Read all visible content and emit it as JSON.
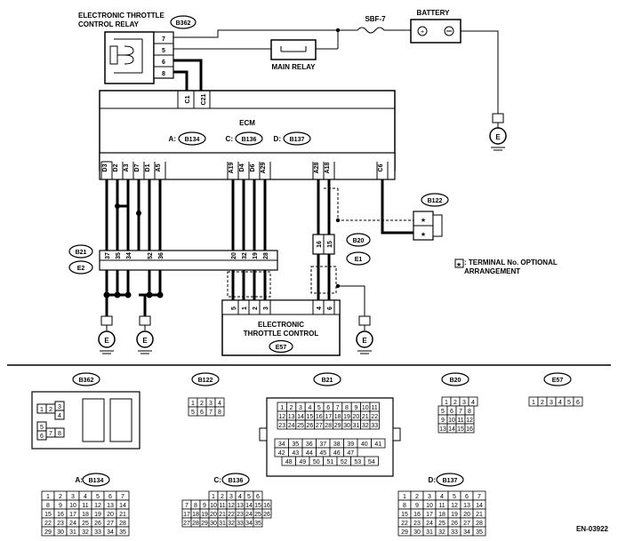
{
  "top": {
    "etc_relay_label": [
      "ELECTRONIC THROTTLE",
      "CONTROL RELAY"
    ],
    "etc_relay_connector": "B362",
    "relay_pins": [
      "7",
      "5",
      "6",
      "8"
    ],
    "fuse": "SBF-7",
    "battery": "BATTERY",
    "main_relay": "MAIN RELAY",
    "ground": "E"
  },
  "ecm": {
    "title": "ECM",
    "relay_pins": [
      "C1",
      "C21"
    ],
    "prefix_a": "A:",
    "conn_a": "B134",
    "prefix_c": "C:",
    "conn_c": "B136",
    "prefix_d": "D:",
    "conn_d": "B137",
    "pins_left": [
      "D3",
      "D2",
      "A3",
      "D7",
      "D1",
      "A5"
    ],
    "pins_mid": [
      "A19",
      "D4",
      "D6",
      "A29"
    ],
    "pins_right": [
      "A28",
      "A18",
      "C6"
    ]
  },
  "joint": {
    "b21": "B21",
    "e2": "E2",
    "pins_left": [
      "37",
      "35",
      "34",
      "52",
      "36"
    ],
    "pins_mid": [
      "20",
      "32",
      "19",
      "28"
    ],
    "b20": "B20",
    "e1": "E1",
    "pins_right": [
      "16",
      "15"
    ]
  },
  "b122": {
    "label": "B122",
    "star": "★"
  },
  "legend": {
    "star": "★",
    "text": ": TERMINAL No. OPTIONAL ARRANGEMENT"
  },
  "throttle": {
    "label": [
      "ELECTRONIC",
      "THROTTLE CONTROL"
    ],
    "connector": "E57",
    "pins": [
      "5",
      "1",
      "2",
      "3",
      "4",
      "6"
    ]
  },
  "connectors": {
    "b362": {
      "label": "B362",
      "pins_a": [
        "1",
        "2",
        "3",
        "4"
      ],
      "pins_b": [
        "5",
        "6",
        "7",
        "8"
      ]
    },
    "b122": {
      "label": "B122",
      "rows": [
        [
          "1",
          "2",
          "3",
          "4"
        ],
        [
          "5",
          "6",
          "7",
          "8"
        ]
      ]
    },
    "b21": {
      "label": "B21",
      "rows_top": [
        [
          "1",
          "2",
          "3",
          "4",
          "5",
          "6",
          "7",
          "8",
          "9",
          "10",
          "11"
        ],
        [
          "12",
          "13",
          "14",
          "15",
          "16",
          "17",
          "18",
          "19",
          "20",
          "21",
          "22"
        ],
        [
          "23",
          "24",
          "25",
          "26",
          "27",
          "28",
          "29",
          "30",
          "31",
          "32",
          "33"
        ]
      ],
      "rows_bot": [
        [
          "34",
          "35",
          "36",
          "37",
          "38",
          "39",
          "40",
          "41"
        ],
        [
          "42",
          "43",
          "44",
          "45",
          "46",
          "47"
        ],
        [
          "48",
          "49",
          "50",
          "51",
          "52",
          "53",
          "54"
        ]
      ]
    },
    "b20": {
      "label": "B20",
      "rows": [
        [
          "1",
          "2",
          "3",
          "4"
        ],
        [
          "5",
          "6",
          "7",
          "8"
        ],
        [
          "9",
          "10",
          "11",
          "12"
        ],
        [
          "13",
          "14",
          "15",
          "16"
        ]
      ]
    },
    "e57": {
      "label": "E57",
      "pins": [
        "1",
        "2",
        "3",
        "4",
        "5",
        "6"
      ]
    },
    "b134": {
      "prefix": "A:",
      "label": "B134",
      "rows": [
        [
          "1",
          "2",
          "3",
          "4",
          "5",
          "6",
          "7"
        ],
        [
          "8",
          "9",
          "10",
          "11",
          "12",
          "13",
          "14"
        ],
        [
          "15",
          "16",
          "17",
          "18",
          "19",
          "20",
          "21"
        ],
        [
          "22",
          "23",
          "24",
          "25",
          "26",
          "27",
          "28"
        ],
        [
          "29",
          "30",
          "31",
          "32",
          "33",
          "34",
          "35"
        ]
      ]
    },
    "b136": {
      "prefix": "C:",
      "label": "B136",
      "rows": [
        [
          "1",
          "2",
          "3",
          "4",
          "5",
          "6"
        ],
        [
          "7",
          "8",
          "9",
          "10",
          "11",
          "12",
          "13",
          "14",
          "15",
          "16"
        ],
        [
          "17",
          "18",
          "19",
          "20",
          "21",
          "22",
          "23",
          "24",
          "25",
          "26"
        ],
        [
          "27",
          "28",
          "29",
          "30",
          "31",
          "32",
          "33",
          "34",
          "35"
        ]
      ]
    },
    "b137": {
      "prefix": "D:",
      "label": "B137",
      "rows": [
        [
          "1",
          "2",
          "3",
          "4",
          "5",
          "6",
          "7"
        ],
        [
          "8",
          "9",
          "10",
          "11",
          "12",
          "13",
          "14"
        ],
        [
          "15",
          "16",
          "17",
          "18",
          "19",
          "20",
          "21"
        ],
        [
          "22",
          "23",
          "24",
          "25",
          "26",
          "27",
          "28"
        ],
        [
          "29",
          "30",
          "31",
          "32",
          "33",
          "34",
          "35"
        ]
      ]
    }
  },
  "footer": {
    "code": "EN-03922"
  }
}
